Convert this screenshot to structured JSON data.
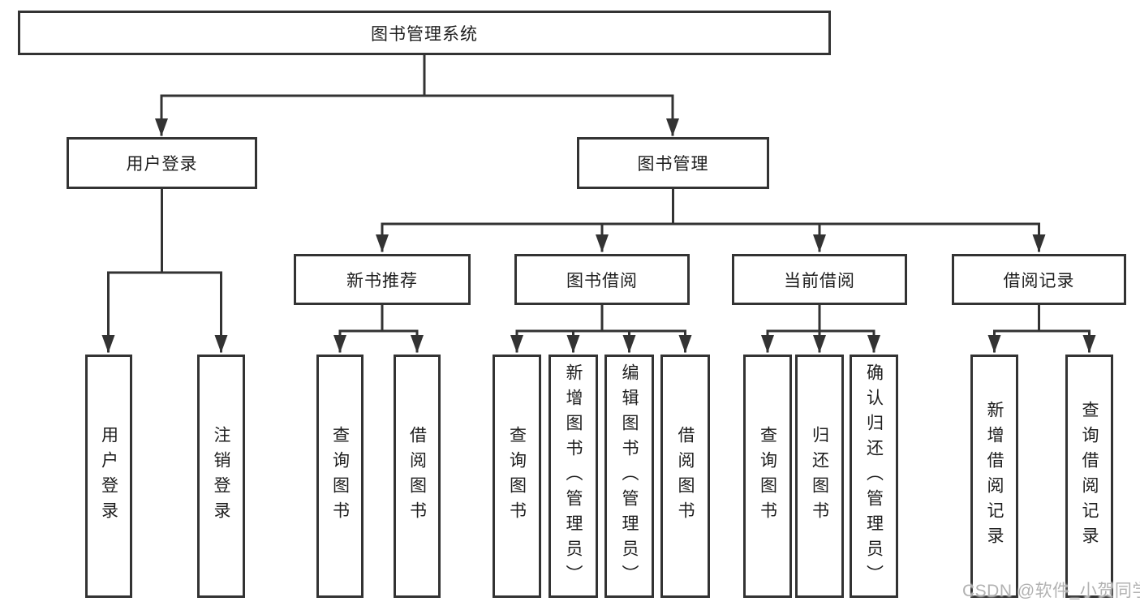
{
  "tree": {
    "label": "图书管理系统",
    "children": [
      {
        "label": "用户登录",
        "children": [
          {
            "label": "用户登录"
          },
          {
            "label": "注销登录"
          }
        ]
      },
      {
        "label": "图书管理",
        "children": [
          {
            "label": "新书推荐",
            "children": [
              {
                "label": "查询图书"
              },
              {
                "label": "借阅图书"
              }
            ]
          },
          {
            "label": "图书借阅",
            "children": [
              {
                "label": "查询图书"
              },
              {
                "label": "新增图书（管理员）"
              },
              {
                "label": "编辑图书（管理员）"
              },
              {
                "label": "借阅图书"
              }
            ]
          },
          {
            "label": "当前借阅",
            "children": [
              {
                "label": "查询图书"
              },
              {
                "label": "归还图书"
              },
              {
                "label": "确认归还（管理员）"
              }
            ]
          },
          {
            "label": "借阅记录",
            "children": [
              {
                "label": "新增借阅记录"
              },
              {
                "label": "查询借阅记录"
              }
            ]
          }
        ]
      }
    ]
  },
  "watermark": {
    "text": "CSDN @软件_小贺同学"
  },
  "colors": {
    "line": "#333333",
    "text": "#1d1d1d",
    "watermark": "#b2b2b2",
    "background": "#ffffff"
  }
}
